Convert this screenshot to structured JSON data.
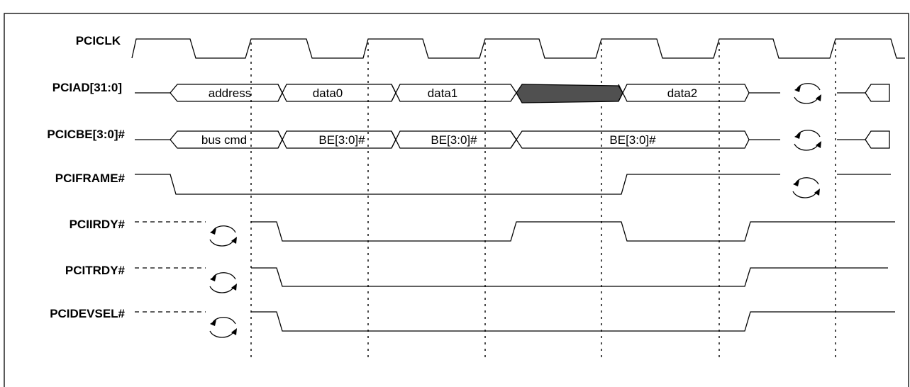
{
  "signals": [
    {
      "id": "clk",
      "label": "PCICLK"
    },
    {
      "id": "ad",
      "label": "PCIAD[31:0]"
    },
    {
      "id": "cbe",
      "label": "PCICBE[3:0]#"
    },
    {
      "id": "frame",
      "label": "PCIFRAME#"
    },
    {
      "id": "irdy",
      "label": "PCIIRDY#"
    },
    {
      "id": "trdy",
      "label": "PCITRDY#"
    },
    {
      "id": "devsel",
      "label": "PCIDEVSEL#"
    }
  ],
  "bus_segments": {
    "ad": [
      "address",
      "data0",
      "data1",
      "",
      "data2"
    ],
    "cbe": [
      "bus cmd",
      "BE[3:0]#",
      "BE[3:0]#",
      "BE[3:0]#"
    ]
  }
}
